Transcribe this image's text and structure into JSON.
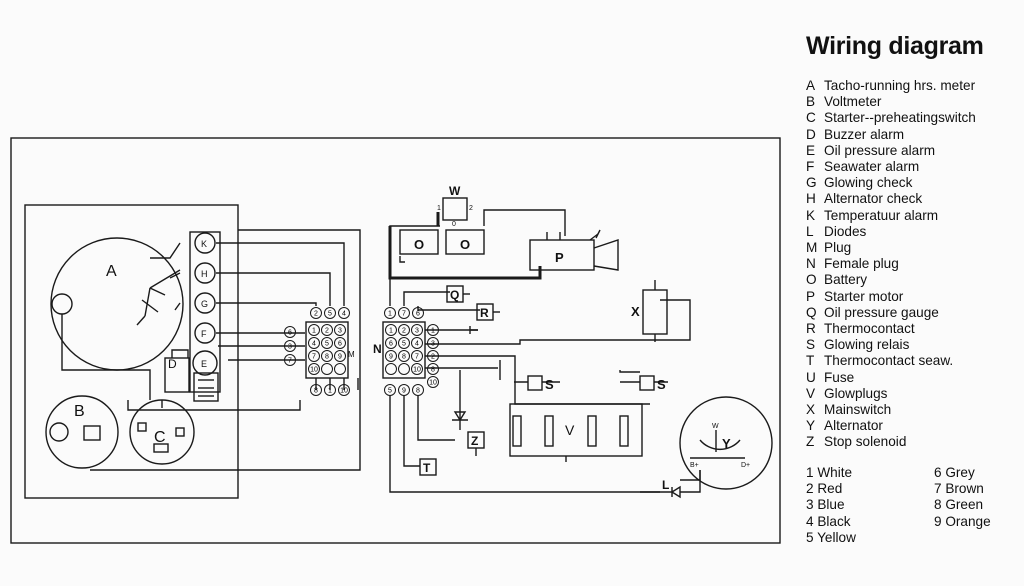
{
  "title": "Wiring diagram",
  "legend": [
    {
      "code": "A",
      "label": "Tacho-running hrs. meter"
    },
    {
      "code": "B",
      "label": "Voltmeter"
    },
    {
      "code": "C",
      "label": "Starter--preheatingswitch"
    },
    {
      "code": "D",
      "label": "Buzzer alarm"
    },
    {
      "code": "E",
      "label": "Oil pressure alarm"
    },
    {
      "code": "F",
      "label": "Seawater alarm"
    },
    {
      "code": "G",
      "label": "Glowing check"
    },
    {
      "code": "H",
      "label": "Alternator check"
    },
    {
      "code": "K",
      "label": "Temperatuur alarm"
    },
    {
      "code": "L",
      "label": "Diodes"
    },
    {
      "code": "M",
      "label": "Plug"
    },
    {
      "code": "N",
      "label": "Female plug"
    },
    {
      "code": "O",
      "label": "Battery"
    },
    {
      "code": "P",
      "label": "Starter motor"
    },
    {
      "code": "Q",
      "label": "Oil pressure gauge"
    },
    {
      "code": "R",
      "label": "Thermocontact"
    },
    {
      "code": "S",
      "label": "Glowing relais"
    },
    {
      "code": "T",
      "label": "Thermocontact seaw."
    },
    {
      "code": "U",
      "label": "Fuse"
    },
    {
      "code": "V",
      "label": "Glowplugs"
    },
    {
      "code": "X",
      "label": "Mainswitch"
    },
    {
      "code": "Y",
      "label": "Alternator"
    },
    {
      "code": "Z",
      "label": "Stop solenoid"
    }
  ],
  "wire_colors_left": [
    "1 White",
    "2 Red",
    "3 Blue",
    "4 Black",
    "5 Yellow"
  ],
  "wire_colors_right": [
    "6 Grey",
    "7 Brown",
    "8 Green",
    "9 Orange"
  ],
  "diagram": {
    "A": "A",
    "B": "B",
    "C": "C",
    "D": "D",
    "P": "P",
    "Q": "Q",
    "R": "R",
    "S1": "S",
    "S2": "S",
    "T": "T",
    "Z": "Z",
    "W": "W",
    "V": "V",
    "X": "X",
    "Y": "Y",
    "L": "L",
    "M": "M",
    "N": "N",
    "O1": "O",
    "O2": "O",
    "K": "K",
    "H": "H",
    "G": "G",
    "F": "F",
    "E": "E",
    "W_pin1": "1",
    "W_pin2": "2",
    "W_pin0": "0",
    "Y_W": "W",
    "Y_B": "B+",
    "Y_D": "D+",
    "plug_M": [
      [
        "1",
        "2",
        "3"
      ],
      [
        "4",
        "5",
        "6"
      ],
      [
        "7",
        "8",
        "9"
      ],
      [
        "10",
        "",
        ""
      ]
    ],
    "plug_M_top": [
      "2",
      "5",
      "4"
    ],
    "plug_M_bottom": [
      "8",
      "1",
      "10"
    ],
    "plug_M_left": [
      "6",
      "3",
      "7"
    ],
    "plug_N": [
      [
        "1",
        "2",
        "3"
      ],
      [
        "6",
        "5",
        "4"
      ],
      [
        "9",
        "8",
        "7"
      ],
      [
        "",
        "",
        "10"
      ]
    ],
    "plug_N_top": [
      "1",
      "7",
      "6"
    ],
    "plug_N_bottom": [
      "5",
      "9",
      "8"
    ],
    "plug_N_right": [
      "1",
      "3",
      "2",
      "8",
      "10"
    ]
  }
}
